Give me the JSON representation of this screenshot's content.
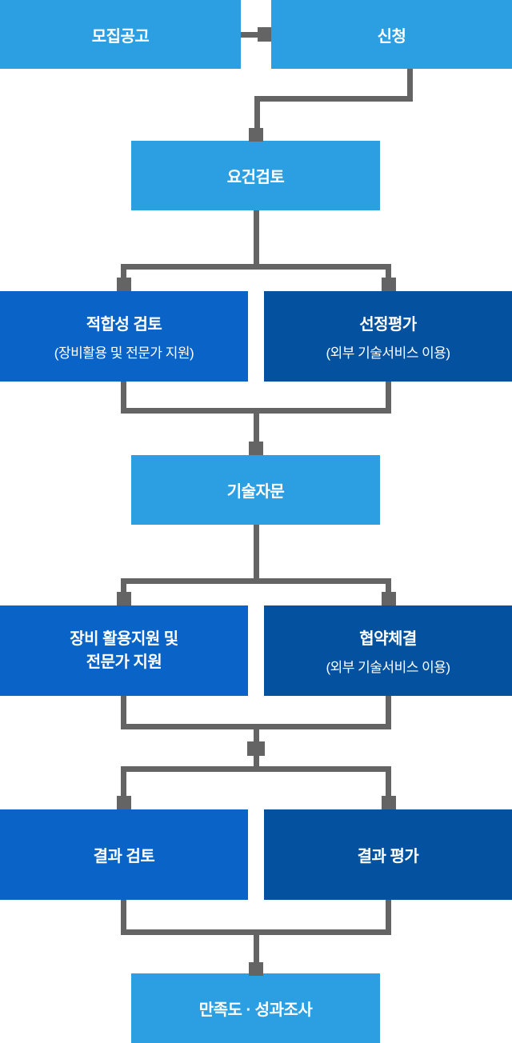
{
  "palette": {
    "light_blue": "#2B9FE2",
    "medium_blue": "#0A63C6",
    "dark_blue": "#04519F",
    "connector_gray": "#646464",
    "text_color": "#FFFFFF"
  },
  "flowchart": {
    "nodes": {
      "recruit": {
        "label": "모집공고"
      },
      "apply": {
        "label": "신청"
      },
      "requirements": {
        "label": "요건검토"
      },
      "suitability": {
        "title": "적합성 검토",
        "subtitle": "(장비활용 및 전문가 지원)"
      },
      "selection": {
        "title": "선정평가",
        "subtitle": "(외부 기술서비스 이용)"
      },
      "consulting": {
        "label": "기술자문"
      },
      "equipment": {
        "line1": "장비 활용지원 및",
        "line2": "전문가 지원"
      },
      "agreement": {
        "title": "협약체결",
        "subtitle": "(외부 기술서비스 이용)"
      },
      "result_review": {
        "label": "결과 검토"
      },
      "result_eval": {
        "label": "결과 평가"
      },
      "satisfaction": {
        "label": "만족도 · 성과조사"
      }
    }
  }
}
